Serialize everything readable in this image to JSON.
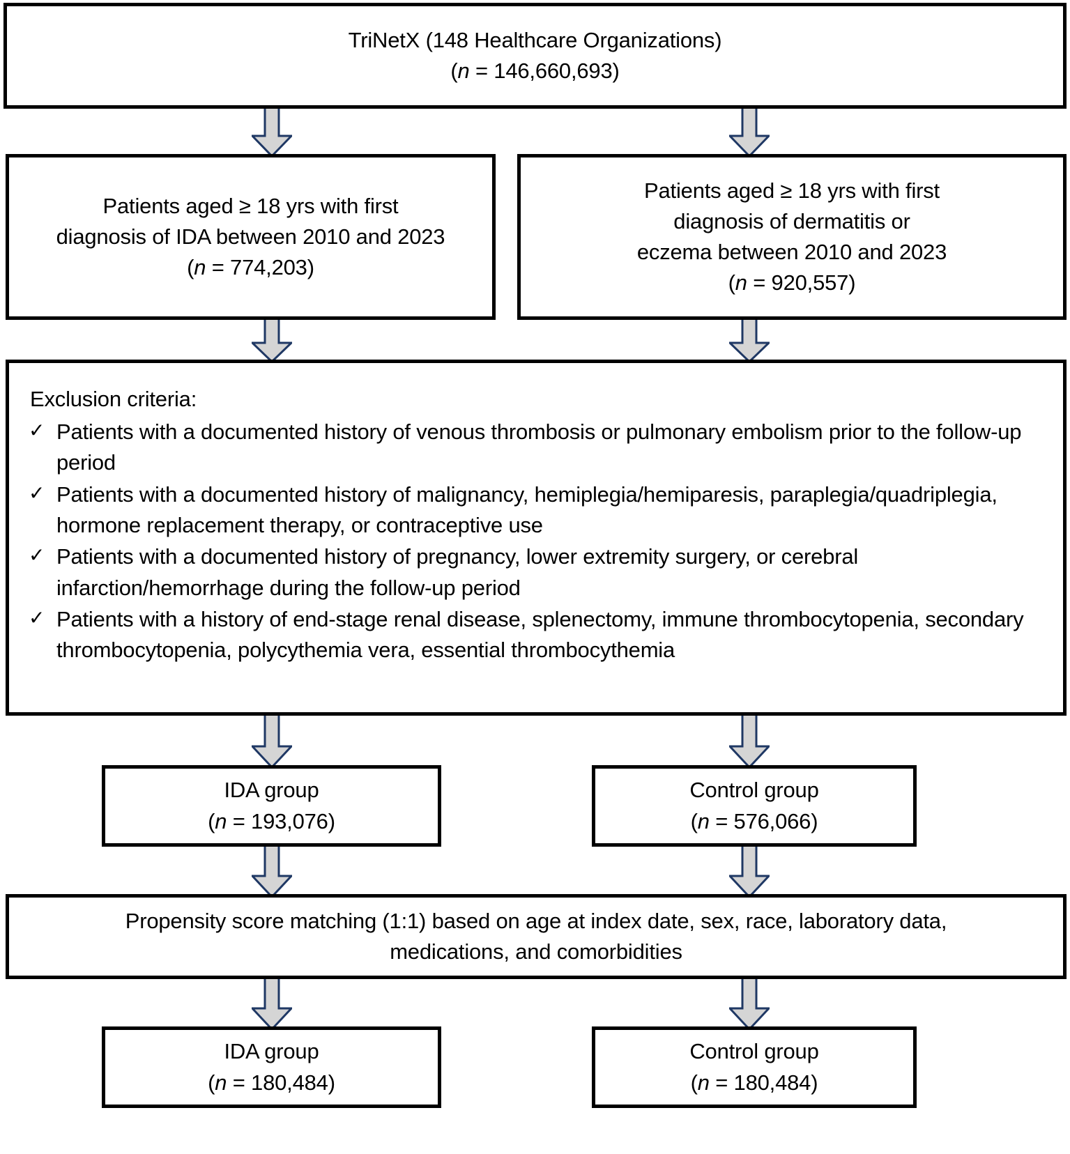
{
  "diagram": {
    "type": "study-flow-diagram",
    "title": "Patient selection flowchart",
    "colors": {
      "box_border": "#000000",
      "box_fill": "#ffffff",
      "arrow_fill": "#d5d5d5",
      "arrow_stroke": "#1f3864",
      "text": "#000000"
    }
  },
  "nodes": {
    "source": {
      "lines": [
        "TriNetX (148 Healthcare Organizations)"
      ],
      "n_prefix": "(",
      "n_label": "n",
      "n_value": " = 146,660,693)"
    },
    "ida_cohort": {
      "lines": [
        "Patients aged ≥ 18 yrs with first",
        "diagnosis of IDA between 2010 and 2023"
      ],
      "n_prefix": "(",
      "n_label": "n",
      "n_value": " = 774,203)"
    },
    "control_cohort": {
      "lines": [
        "Patients aged ≥ 18 yrs with first",
        "diagnosis of dermatitis or",
        "eczema between 2010 and 2023"
      ],
      "n_prefix": "(",
      "n_label": "n",
      "n_value": " = 920,557)"
    },
    "exclusion": {
      "title": "Exclusion criteria:",
      "check_glyph": "✓",
      "items": [
        "Patients with a documented history of venous thrombosis or pulmonary embolism prior to the follow-up period",
        "Patients with a documented history of malignancy, hemiplegia/hemiparesis, paraplegia/quadriplegia, hormone replacement therapy, or contraceptive use",
        "Patients with a documented history of pregnancy, lower extremity surgery, or cerebral infarction/hemorrhage during the follow-up period",
        "Patients with a history of end-stage renal disease, splenectomy, immune thrombocytopenia, secondary thrombocytopenia, polycythemia vera, essential thrombocythemia"
      ]
    },
    "ida_group_prematch": {
      "lines": [
        "IDA group"
      ],
      "n_prefix": "(",
      "n_label": "n",
      "n_value": " = 193,076)"
    },
    "control_group_prematch": {
      "lines": [
        "Control group"
      ],
      "n_prefix": "(",
      "n_label": "n",
      "n_value": " = 576,066)"
    },
    "propensity_matching": {
      "lines": [
        "Propensity score matching (1:1) based on age at index date, sex, race, laboratory data,",
        "medications, and comorbidities"
      ]
    },
    "ida_group_matched": {
      "lines": [
        "IDA group"
      ],
      "n_prefix": "(",
      "n_label": "n",
      "n_value": " = 180,484)"
    },
    "control_group_matched": {
      "lines": [
        "Control group"
      ],
      "n_prefix": "(",
      "n_label": "n",
      "n_value": " = 180,484)"
    }
  },
  "edges": [
    {
      "id": "source-to-ida",
      "from": "source",
      "to": "ida_cohort"
    },
    {
      "id": "source-to-control",
      "from": "source",
      "to": "control_cohort"
    },
    {
      "id": "ida-to-exclusion",
      "from": "ida_cohort",
      "to": "exclusion"
    },
    {
      "id": "control-to-exclusion",
      "from": "control_cohort",
      "to": "exclusion"
    },
    {
      "id": "exclusion-to-ida",
      "from": "exclusion",
      "to": "ida_group_prematch"
    },
    {
      "id": "exclusion-to-control",
      "from": "exclusion",
      "to": "control_group_prematch"
    },
    {
      "id": "ida-to-psm",
      "from": "ida_group_prematch",
      "to": "propensity_matching"
    },
    {
      "id": "control-to-psm",
      "from": "control_group_prematch",
      "to": "propensity_matching"
    },
    {
      "id": "psm-to-ida",
      "from": "propensity_matching",
      "to": "ida_group_matched"
    },
    {
      "id": "psm-to-control",
      "from": "propensity_matching",
      "to": "control_group_matched"
    }
  ]
}
